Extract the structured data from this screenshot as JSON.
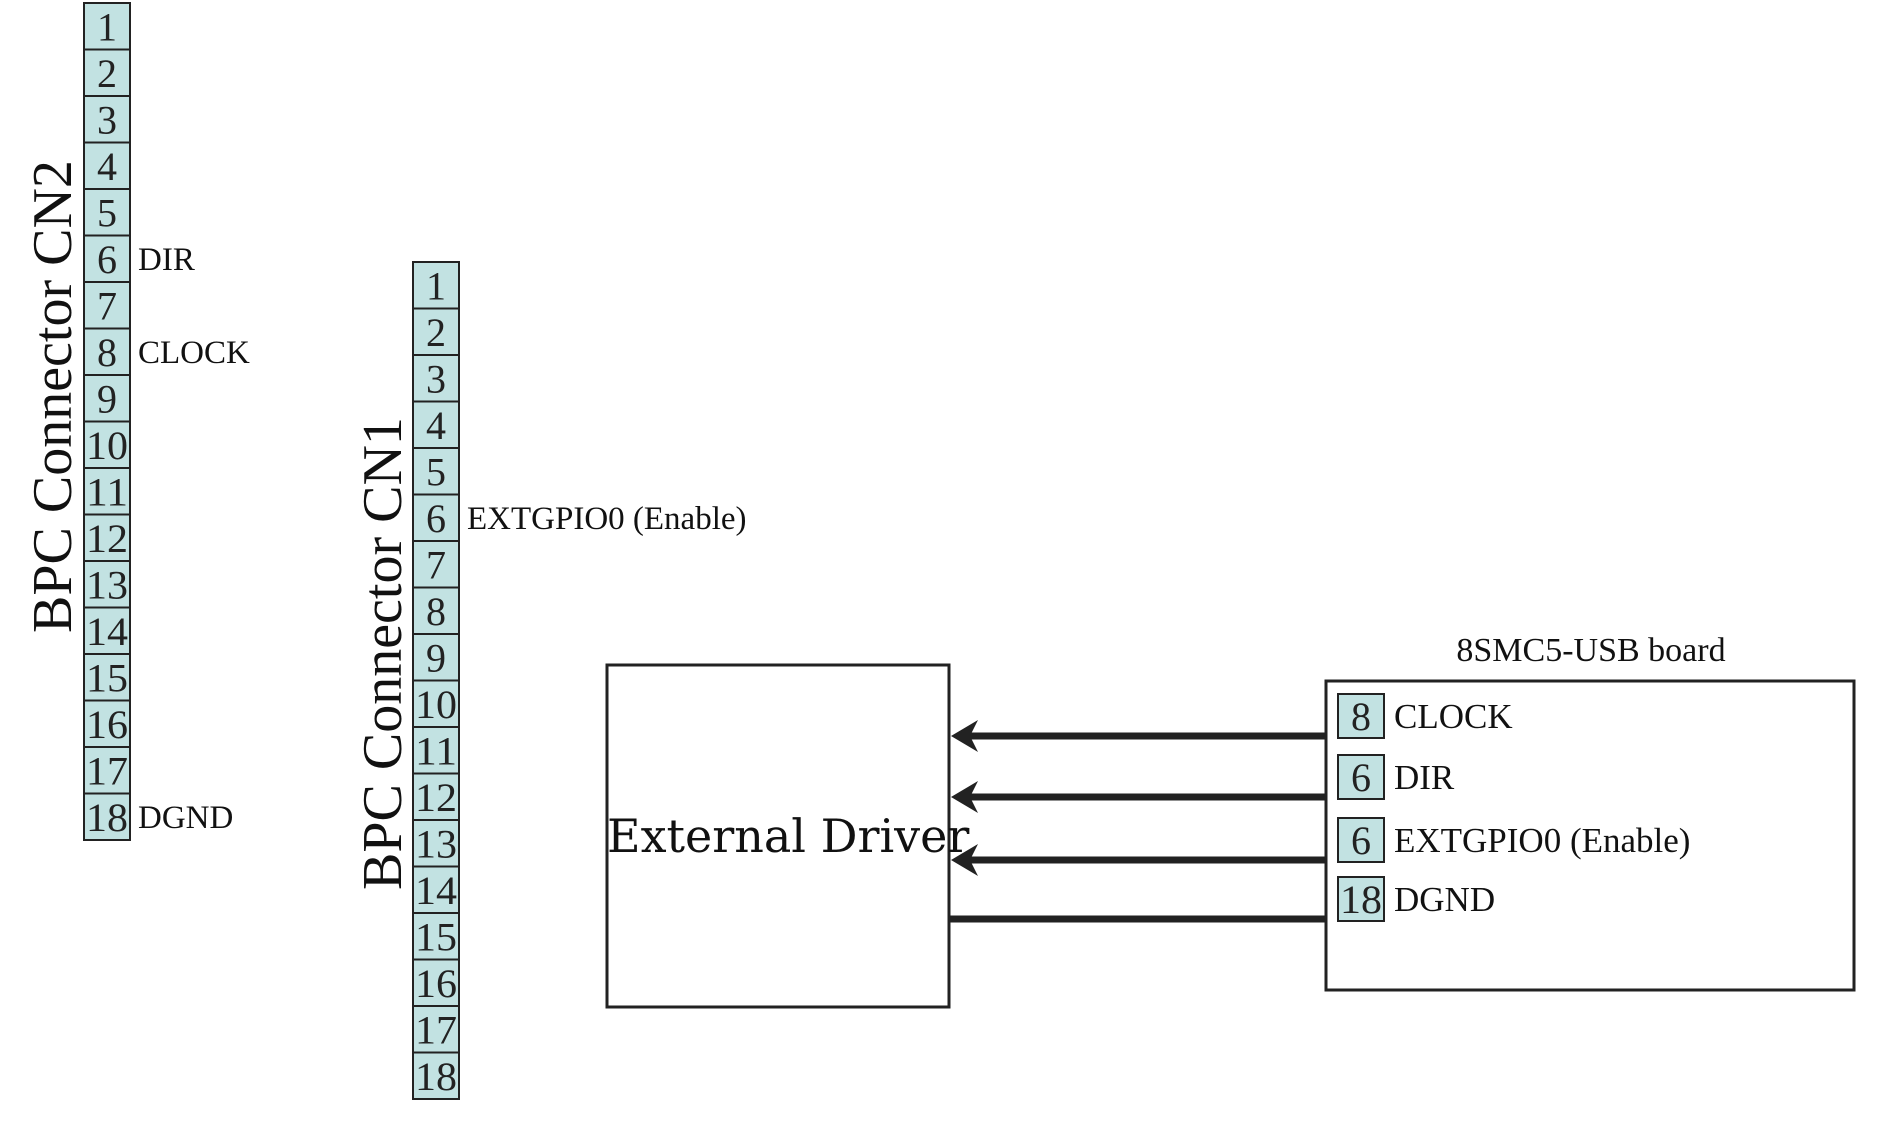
{
  "colors": {
    "pin_fill": "#c2e2e2",
    "stroke": "#222222",
    "wire": "#222222"
  },
  "cn2": {
    "title": "BPC Connector CN2",
    "pins": [
      "1",
      "2",
      "3",
      "4",
      "5",
      "6",
      "7",
      "8",
      "9",
      "10",
      "11",
      "12",
      "13",
      "14",
      "15",
      "16",
      "17",
      "18"
    ],
    "labels": [
      {
        "pin": "6",
        "text": "DIR"
      },
      {
        "pin": "8",
        "text": "CLOCK"
      },
      {
        "pin": "18",
        "text": "DGND"
      }
    ]
  },
  "cn1": {
    "title": "BPC Connector CN1",
    "pins": [
      "1",
      "2",
      "3",
      "4",
      "5",
      "6",
      "7",
      "8",
      "9",
      "10",
      "11",
      "12",
      "13",
      "14",
      "15",
      "16",
      "17",
      "18"
    ],
    "labels": [
      {
        "pin": "6",
        "text": "EXTGPIO0 (Enable)"
      }
    ]
  },
  "driver": {
    "label": "External Driver"
  },
  "board": {
    "title": "8SMC5-USB board",
    "pins": [
      {
        "num": "8",
        "label": "CLOCK",
        "arrow": true
      },
      {
        "num": "6",
        "label": "DIR",
        "arrow": true
      },
      {
        "num": "6",
        "label": "EXTGPIO0 (Enable)",
        "arrow": true
      },
      {
        "num": "18",
        "label": "DGND",
        "arrow": false
      }
    ]
  }
}
